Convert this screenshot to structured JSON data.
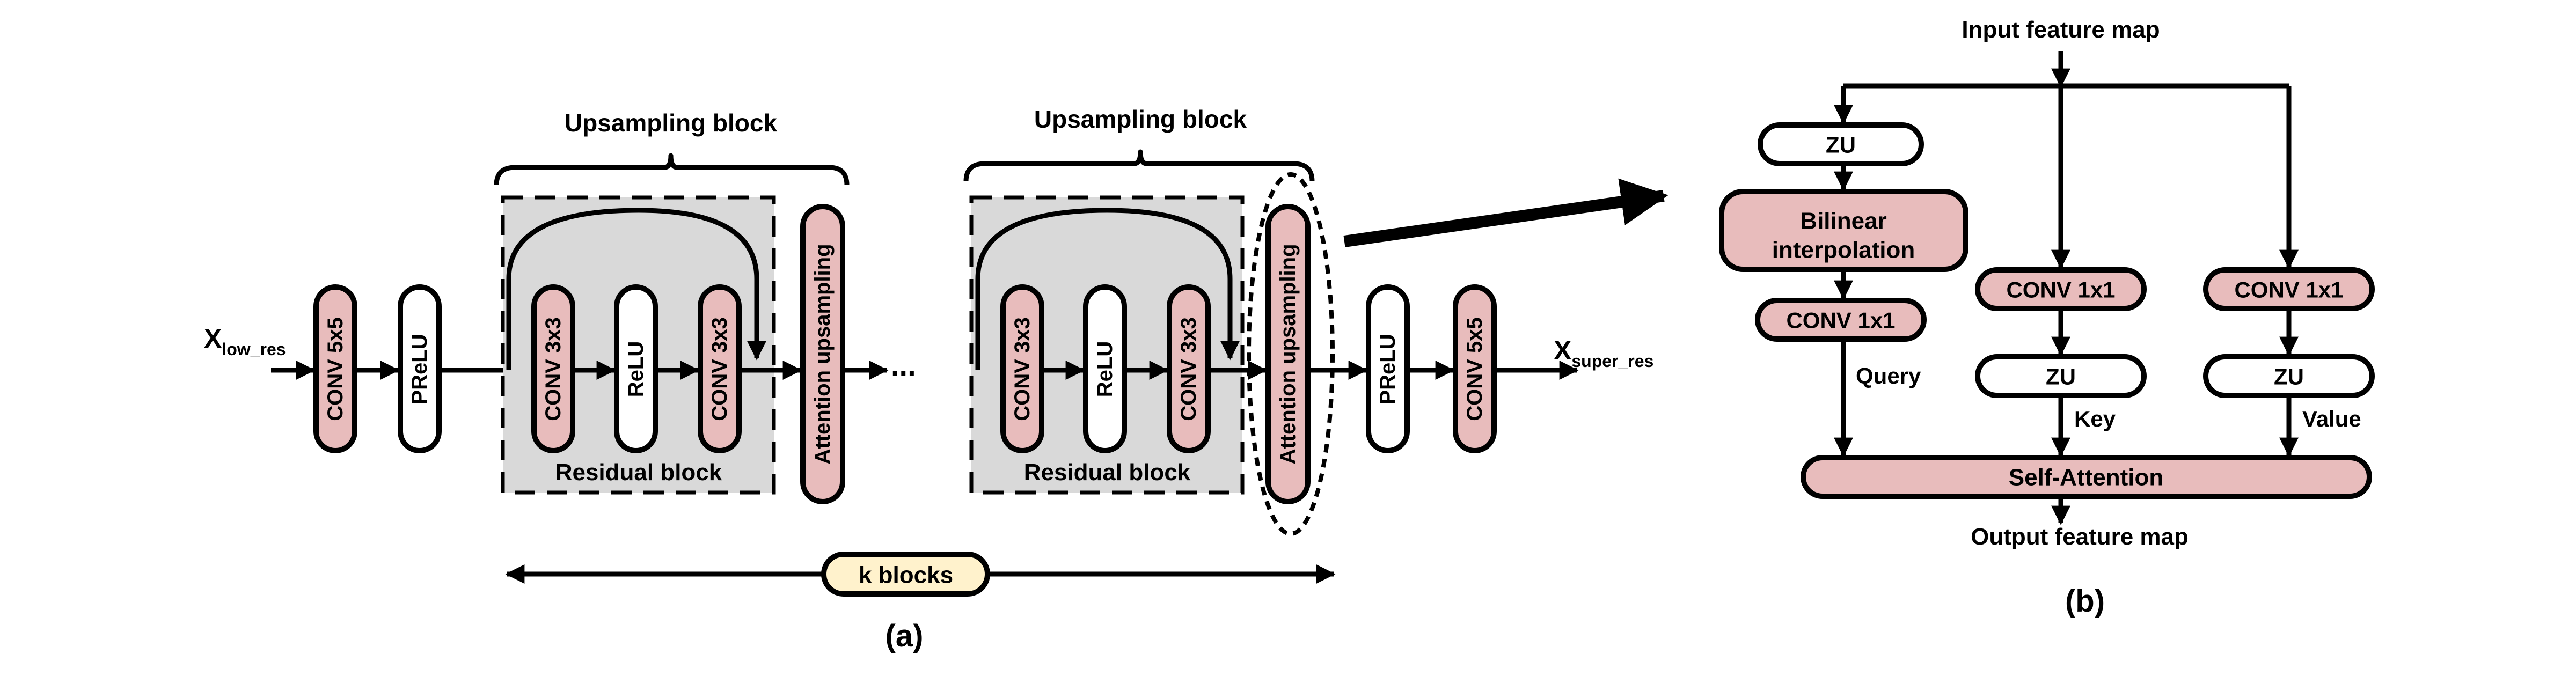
{
  "colors": {
    "module_fill": "#e8bcbc",
    "plain_fill": "#ffffff",
    "counter_fill": "#fff2cc",
    "residual_fill": "#d9d9d9",
    "line": "#000000"
  },
  "panel_a": {
    "caption": "(a)",
    "input_label": {
      "main": "X",
      "sub": "low_res"
    },
    "output_label": {
      "main": "X",
      "sub": "super_res"
    },
    "conv_first": "CONV 5x5",
    "prelu_first": "PReLU",
    "block1": {
      "title": "Upsampling block",
      "residual_label": "Residual block",
      "conv_a": "CONV 3x3",
      "relu": "ReLU",
      "conv_b": "CONV 3x3",
      "attention": "Attention upsampling"
    },
    "ellipsis": "...",
    "block2": {
      "title": "Upsampling block",
      "residual_label": "Residual block",
      "conv_a": "CONV 3x3",
      "relu": "ReLU",
      "conv_b": "CONV 3x3",
      "attention": "Attention upsampling"
    },
    "prelu_last": "PReLU",
    "conv_last": "CONV 5x5",
    "k_blocks": "k blocks"
  },
  "panel_b": {
    "caption": "(b)",
    "input": "Input feature map",
    "output": "Output feature map",
    "query_branch": {
      "zu": "ZU",
      "bilinear_line1": "Bilinear",
      "bilinear_line2": "interpolation",
      "conv": "CONV 1x1",
      "label": "Query"
    },
    "key_branch": {
      "conv": "CONV 1x1",
      "zu": "ZU",
      "label": "Key"
    },
    "value_branch": {
      "conv": "CONV 1x1",
      "zu": "ZU",
      "label": "Value"
    },
    "self_attention": "Self-Attention"
  }
}
